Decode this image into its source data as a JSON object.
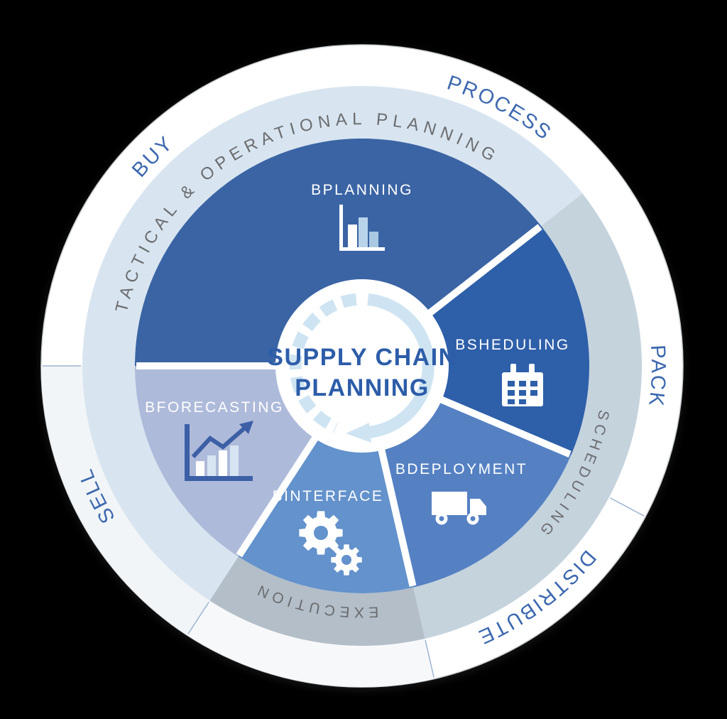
{
  "diagram": {
    "center": {
      "title_line1": "SUPPLY CHAIN",
      "title_line2": "PLANNING"
    },
    "outer_ring": {
      "buy": "BUY",
      "process": "PROCESS",
      "pack": "PACK",
      "distribute": "DISTRIBUTE",
      "sell": "SELL"
    },
    "middle_ring": {
      "tactical_operational": "TACTICAL & OPERATIONAL PLANNING",
      "scheduling": "SCHEDULING",
      "execution": "EXECUTION"
    },
    "segments": {
      "planning": {
        "label": "BPLANNING",
        "icon": "bar-chart-icon",
        "color": "#3a64a4"
      },
      "scheduling": {
        "label": "BSHEDULING",
        "icon": "calendar-icon",
        "color": "#2e5fa9"
      },
      "deployment": {
        "label": "BDEPLOYMENT",
        "icon": "truck-icon",
        "color": "#5581c3"
      },
      "interface": {
        "label": "BINTERFACE",
        "icon": "gears-icon",
        "color": "#6392cc"
      },
      "forecasting": {
        "label": "BFORECASTING",
        "icon": "growth-chart-icon",
        "color": "#aebada"
      }
    },
    "colors": {
      "ring_tactical": "#d8e5f0",
      "ring_scheduling": "#c5d3dd",
      "ring_execution": "#b3bec8",
      "outer_label_blue": "#3c68af",
      "ring_label_gray": "#6b6c6f",
      "center_text_blue": "#2d5da9",
      "cycle_arrow_blue": "#cfe4f2",
      "icon_dark_blue": "#3c5fa6",
      "icon_pale_blue": "#b9d4ea"
    }
  }
}
